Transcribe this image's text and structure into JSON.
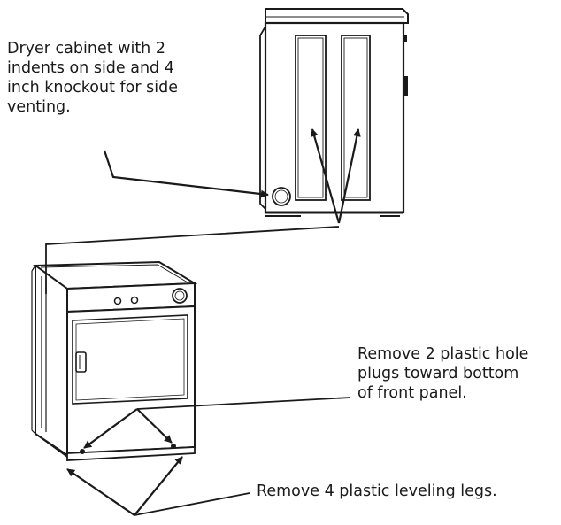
{
  "callouts": {
    "cabinet": {
      "lines": [
        "Dryer cabinet with 2",
        "indents on side and 4",
        "inch knockout for side",
        "venting."
      ]
    },
    "plugs": {
      "lines": [
        "Remove 2 plastic hole",
        "plugs toward bottom",
        "of front panel."
      ]
    },
    "legs": {
      "lines": [
        "Remove 4 plastic leveling legs."
      ]
    }
  },
  "colors": {
    "ink": "#1a1a1a",
    "background": "#ffffff"
  }
}
